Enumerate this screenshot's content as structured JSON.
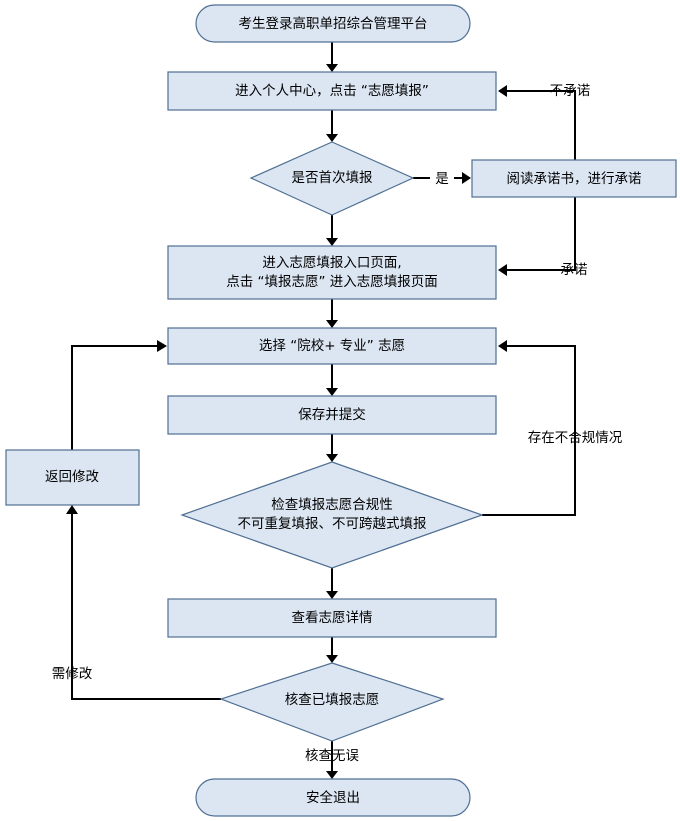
{
  "nodes": {
    "start": "考生登录高职单招综合管理平台",
    "personal_center": "进入个人中心，点击 “志愿填报”",
    "first_time": "是否首次填报",
    "read_commitment": "阅读承诺书，进行承诺",
    "entry_page_line1": "进入志愿填报入口页面,",
    "entry_page_line2": "点击 “填报志愿” 进入志愿填报页面",
    "select": "选择 “院校+ 专业” 志愿",
    "save_submit": "保存并提交",
    "check_line1": "检查填报志愿合规性",
    "check_line2": "不可重复填报、不可跨越式填报",
    "view_details": "查看志愿详情",
    "verify": "核查已填报志愿",
    "return_modify": "返回修改",
    "exit": "安全退出"
  },
  "edges": {
    "yes": "是",
    "no_commit": "不承诺",
    "commit": "承诺",
    "non_compliant": "存在不合规情况",
    "need_modify": "需修改",
    "verified_ok": "核查无误"
  },
  "colors": {
    "box_fill": "#dce6f2",
    "box_stroke": "#4f6f93",
    "line": "#000000"
  }
}
